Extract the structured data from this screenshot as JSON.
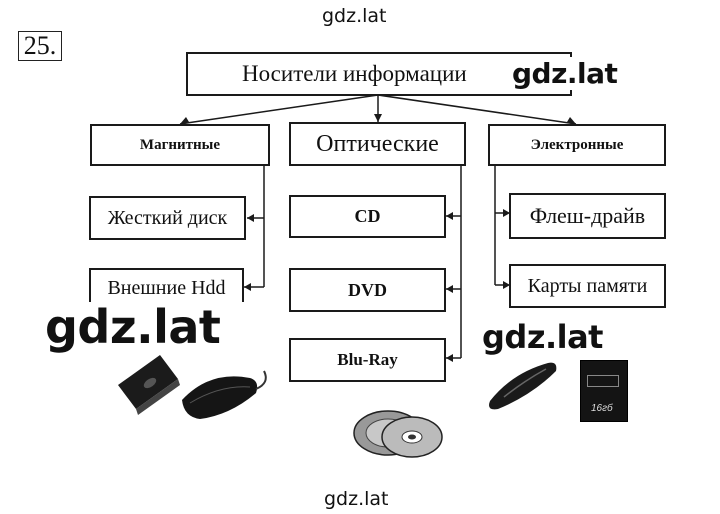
{
  "watermarks": {
    "top": "gdz.lat",
    "title_overlay": "gdz.lat",
    "left_big": "gdz.lat",
    "right_mid": "gdz.lat",
    "bottom": "gdz.lat"
  },
  "exercise_number": "25.",
  "root": "Носители информации",
  "categories": {
    "magnetic": {
      "label": "Магнитные",
      "items": [
        "Жесткий диск",
        "Внешние Hdd"
      ]
    },
    "optical": {
      "label": "Оптические",
      "items": [
        "CD",
        "DVD",
        "Blu-Ray"
      ]
    },
    "electronic": {
      "label": "Электронные",
      "items": [
        "Флеш-драйв",
        "Карты памяти"
      ]
    }
  },
  "images": {
    "sd_card_text": "16гб"
  }
}
